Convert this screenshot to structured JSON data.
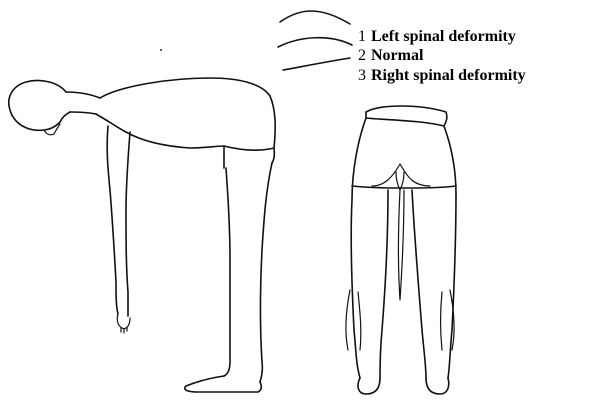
{
  "legend": {
    "items": [
      {
        "number": "1",
        "label": "Left spinal deformity"
      },
      {
        "number": "2",
        "label": "Normal"
      },
      {
        "number": "3",
        "label": "Right spinal deformity"
      }
    ]
  },
  "colors": {
    "ink": "#111111",
    "background": "#ffffff"
  }
}
